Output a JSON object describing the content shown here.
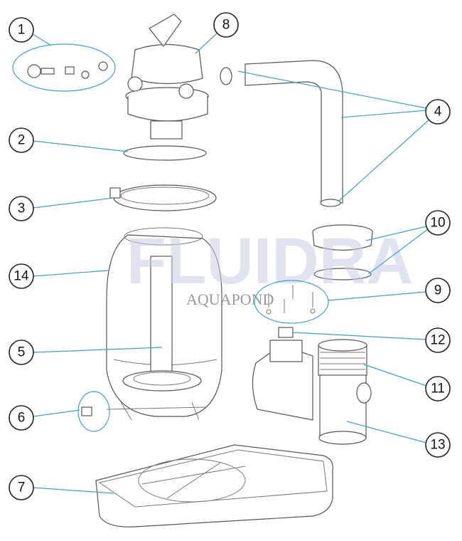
{
  "watermark": {
    "brand": "FLUIDRA",
    "sub": "AQUAPOND"
  },
  "callouts": [
    "1",
    "2",
    "3",
    "4",
    "5",
    "6",
    "7",
    "8",
    "9",
    "10",
    "11",
    "12",
    "13",
    "14"
  ],
  "colors": {
    "leader": "#3aa6c0",
    "line_art": "#555555",
    "watermark": "#c9cde6"
  }
}
